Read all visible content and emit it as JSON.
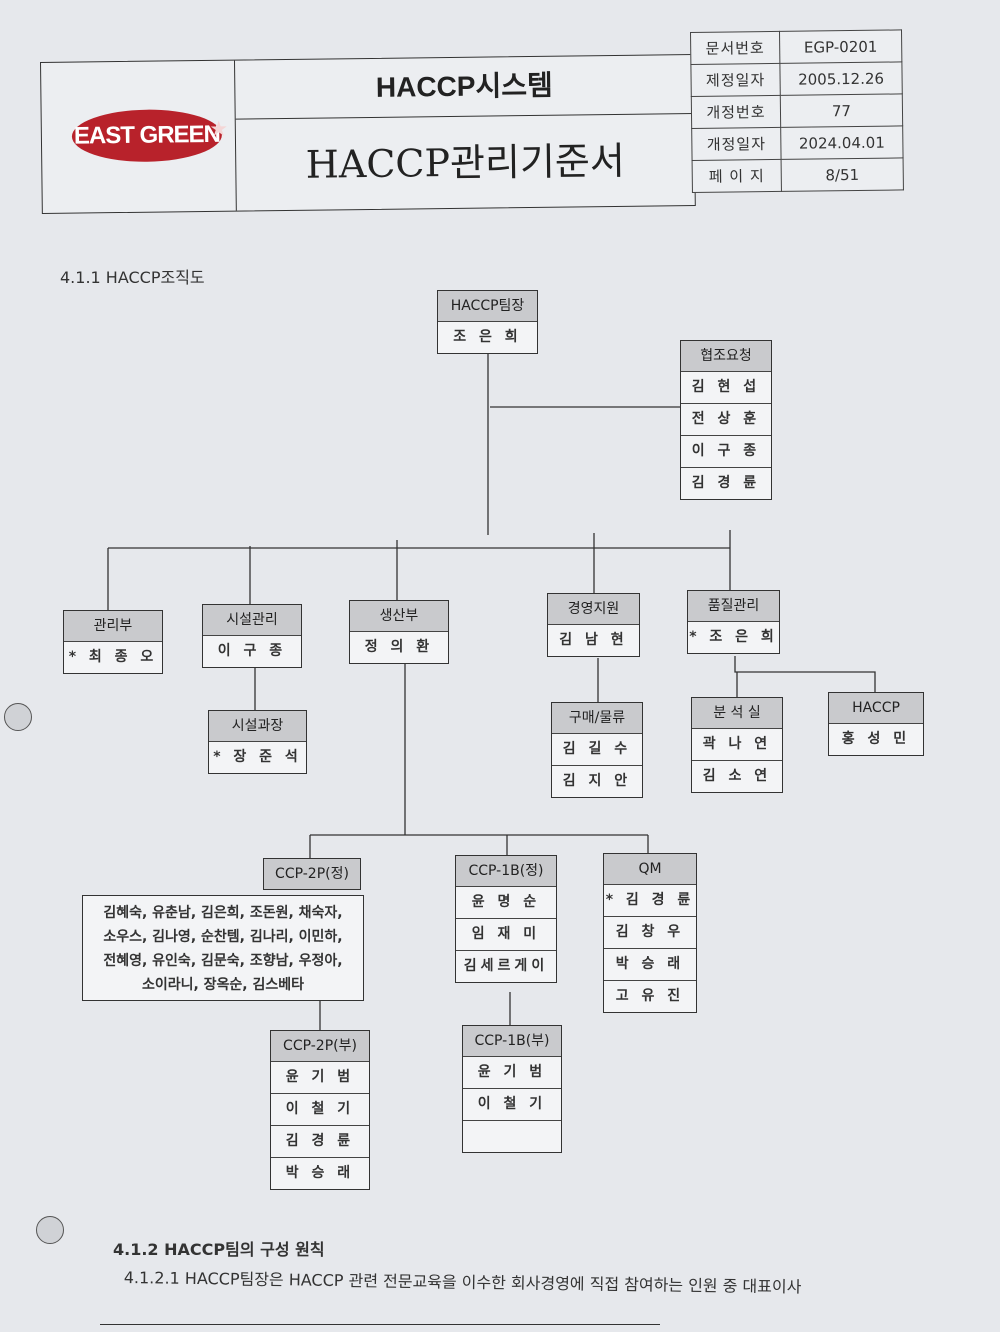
{
  "header": {
    "logo_text": "EAST GREEN",
    "system_title": "HACCP시스템",
    "document_title": "HACCP관리기준서",
    "meta": [
      {
        "label": "문서번호",
        "value": "EGP-0201"
      },
      {
        "label": "제정일자",
        "value": "2005.12.26"
      },
      {
        "label": "개정번호",
        "value": "77"
      },
      {
        "label": "개정일자",
        "value": "2024.04.01"
      },
      {
        "label": "페 이 지",
        "value": "8/51"
      }
    ]
  },
  "section_411": "4.1.1 HACCP조직도",
  "org": {
    "leader": {
      "title": "HACCP팀장",
      "members": [
        "조 은 희"
      ]
    },
    "cooperation": {
      "title": "협조요청",
      "members": [
        "김 현 섭",
        "전 상 훈",
        "이 구 종",
        "김 경 륜"
      ]
    },
    "admin": {
      "title": "관리부",
      "members": [
        "* 최 종 오"
      ]
    },
    "facility": {
      "title": "시설관리",
      "members": [
        "이 구 종"
      ]
    },
    "production": {
      "title": "생산부",
      "members": [
        "정 의 환"
      ]
    },
    "management": {
      "title": "경영지원",
      "members": [
        "김 남 현"
      ]
    },
    "quality": {
      "title": "품질관리",
      "members": [
        "* 조 은 희"
      ]
    },
    "facility_chief": {
      "title": "시설과장",
      "members": [
        "* 장 준 석"
      ]
    },
    "purchasing": {
      "title": "구매/물류",
      "members": [
        "김 길 수",
        "김 지 안"
      ]
    },
    "lab": {
      "title": "분 석 실",
      "members": [
        "곽 나 연",
        "김 소 연"
      ]
    },
    "haccp": {
      "title": "HACCP",
      "members": [
        "홍 성 민"
      ]
    },
    "ccp2p_main": {
      "title": "CCP-2P(정)",
      "names": [
        "김혜숙, 유춘남, 김은희, 조돈원, 채숙자,",
        "소우스, 김나영, 순찬템, 김나리, 이민하,",
        "전혜영, 유인숙, 김문숙, 조향남, 우정아,",
        "소이라니, 장옥순, 김스베타"
      ]
    },
    "ccp1b_main": {
      "title": "CCP-1B(정)",
      "members": [
        "윤 명 순",
        "임 재 미",
        "김세르게이"
      ]
    },
    "qm": {
      "title": "QM",
      "members": [
        "* 김 경 륜",
        "김 창 우",
        "박 승 래",
        "고 유 진"
      ]
    },
    "ccp2p_sub": {
      "title": "CCP-2P(부)",
      "members": [
        "윤 기 범",
        "이 철 기",
        "김 경 륜",
        "박 승 래"
      ]
    },
    "ccp1b_sub": {
      "title": "CCP-1B(부)",
      "members": [
        "윤 기 범",
        "이 철 기",
        ""
      ]
    }
  },
  "section_412": "4.1.2 HACCP팀의 구성 원칙",
  "para_4121": "4.1.2.1 HACCP팀장은 HACCP 관련 전문교육을 이수한 회사경영에 직접 참여하는 인원 중 대표이사",
  "colors": {
    "logo": "#b8222b",
    "header_cell": "#c9cacd"
  }
}
